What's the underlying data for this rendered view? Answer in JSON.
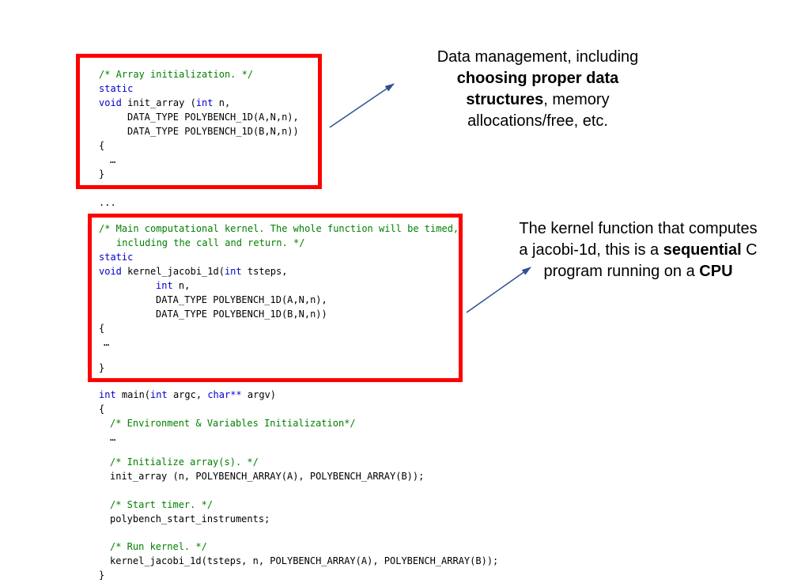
{
  "colors": {
    "box_border": "#ff0000",
    "keyword": "#0000cc",
    "comment": "#008000",
    "arrow": "#2f4f8f"
  },
  "block1": {
    "comment": "/* Array initialization. */",
    "static": "static",
    "void": "void",
    "sig": " init_array (",
    "int": "int",
    "param_n": " n,",
    "param_a": "DATA_TYPE POLYBENCH_1D(A,N,n),",
    "param_b": "DATA_TYPE POLYBENCH_1D(B,N,n))",
    "open_brace": "{",
    "ellipsis": "…",
    "close_brace": "}"
  },
  "separator": "...",
  "block2": {
    "comment1": "/* Main computational kernel. The whole function will be timed,",
    "comment2": "including the call and return. */",
    "static": "static",
    "void": "void",
    "sig": " kernel_jacobi_1d(",
    "int": "int",
    "param_tsteps": " tsteps,",
    "param_n_int": "int",
    "param_n": " n,",
    "param_a": "DATA_TYPE POLYBENCH_1D(A,N,n),",
    "param_b": "DATA_TYPE POLYBENCH_1D(B,N,n))",
    "open_brace": "{",
    "ellipsis": "…",
    "close_brace": "}"
  },
  "main": {
    "int": "int",
    "sig1": " main(",
    "int2": "int",
    "sig2": " argc, ",
    "char": "char**",
    "sig3": " argv)",
    "open_brace": "{",
    "env_comment": "/* Environment & Variables Initialization*/",
    "ellipsis": "…",
    "init_comment": "/* Initialize array(s). */",
    "init_call": "init_array (n, POLYBENCH_ARRAY(A), POLYBENCH_ARRAY(B));",
    "timer_comment": "/* Start timer. */",
    "timer_call": "polybench_start_instruments;",
    "kernel_comment": "/* Run kernel. */",
    "kernel_call": "kernel_jacobi_1d(tsteps, n, POLYBENCH_ARRAY(A), POLYBENCH_ARRAY(B));",
    "close_brace": "}"
  },
  "callout1": {
    "line1": "Data management, including",
    "line2_bold": "choosing proper data",
    "line3_bold": "structures",
    "line3_rest": ", memory",
    "line4": "allocations/free, etc."
  },
  "callout2": {
    "line1": "The kernel function that computes",
    "line2_pre": "a jacobi-1d, this is a ",
    "line2_bold": "sequential",
    "line2_post": " C",
    "line3_pre": "program running on a ",
    "line3_bold": "CPU"
  }
}
